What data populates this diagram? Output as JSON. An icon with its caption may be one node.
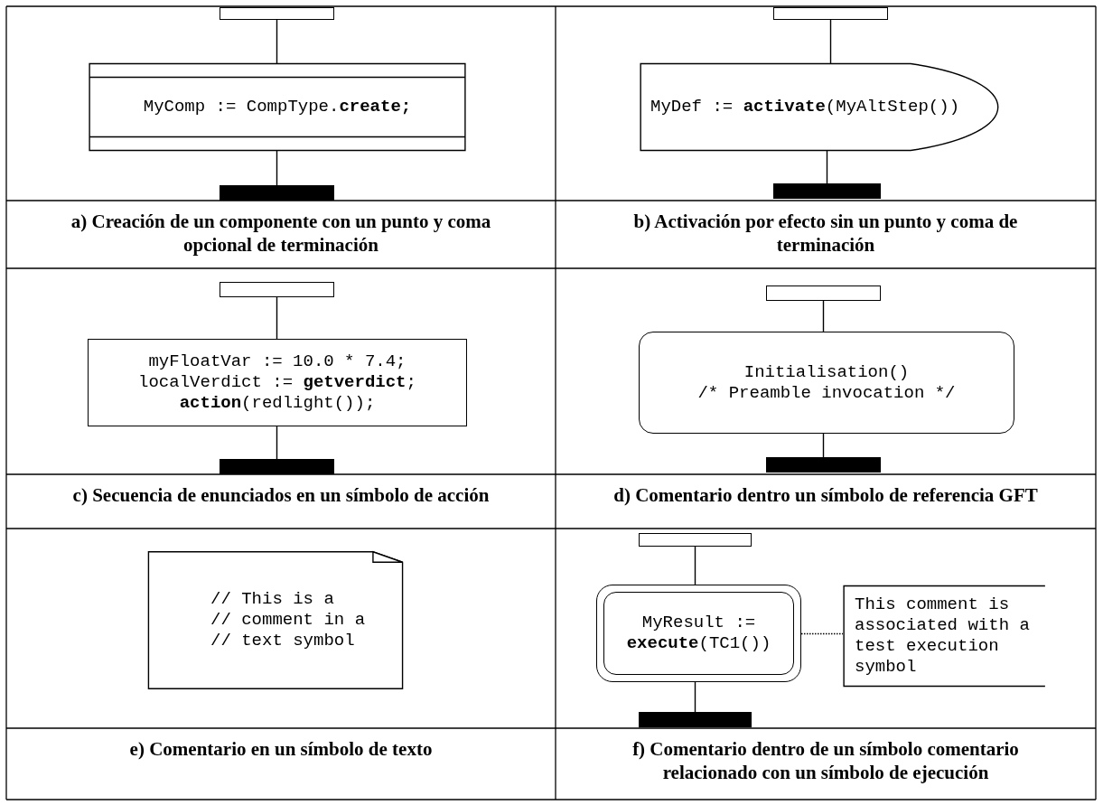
{
  "diagram": {
    "nodes": [
      {
        "text": [],
        "shape": "box"
      },
      {
        "text": [
          "MyComp := CompType.**create;**"
        ]
      },
      {
        "text": [],
        "shape": "bar"
      },
      {
        "text": [],
        "shape": "box"
      },
      {
        "text": [
          "MyDef := **activate**(MyAltStep())"
        ]
      },
      {
        "text": [],
        "shape": "bar"
      },
      {
        "text": [],
        "shape": "box"
      },
      {
        "text": [
          "myFloatVar := 10.0 * 7.4;",
          "localVerdict := **getverdict**;",
          "**action**(redlight());"
        ]
      },
      {
        "text": [],
        "shape": "bar"
      },
      {
        "text": [],
        "shape": "box"
      },
      {
        "text": [
          "Initialisation()",
          "/* Preamble invocation */"
        ]
      },
      {
        "text": [],
        "shape": "bar"
      },
      {
        "text": [
          "// This is a",
          "// comment in a",
          "// text symbol"
        ]
      },
      {
        "text": [],
        "shape": "box"
      },
      {
        "text": [
          "MyResult := **execute**(TC1())"
        ]
      },
      {
        "text": [
          "This comment is associated with a test execution symbol"
        ]
      },
      {
        "text": [],
        "shape": "bar"
      }
    ],
    "edges": [
      {
        "from": 0,
        "to": 1,
        "arrow": "none"
      },
      {
        "from": 1,
        "to": 2,
        "arrow": "none"
      },
      {
        "from": 3,
        "to": 4,
        "arrow": "none"
      },
      {
        "from": 4,
        "to": 5,
        "arrow": "none"
      },
      {
        "from": 6,
        "to": 7,
        "arrow": "none"
      },
      {
        "from": 7,
        "to": 8,
        "arrow": "none"
      },
      {
        "from": 9,
        "to": 10,
        "arrow": "none"
      },
      {
        "from": 10,
        "to": 11,
        "arrow": "none"
      },
      {
        "from": 13,
        "to": 14,
        "arrow": "none"
      },
      {
        "from": 14,
        "to": 15,
        "arrow": "none",
        "style": "dashed"
      },
      {
        "from": 14,
        "to": 16,
        "arrow": "none"
      }
    ],
    "labels": [
      "a) Creación de un componente con un punto y coma opcional de terminación",
      "b) Activación por efecto sin un punto y coma de terminación",
      "c) Secuencia de enunciados en un símbolo de acción",
      "d) Comentario dentro un símbolo de referencia GFT",
      "e) Comentario en un símbolo de texto",
      "f) Comentario dentro de un símbolo comentario relacionado con un símbolo de ejecución"
    ]
  }
}
